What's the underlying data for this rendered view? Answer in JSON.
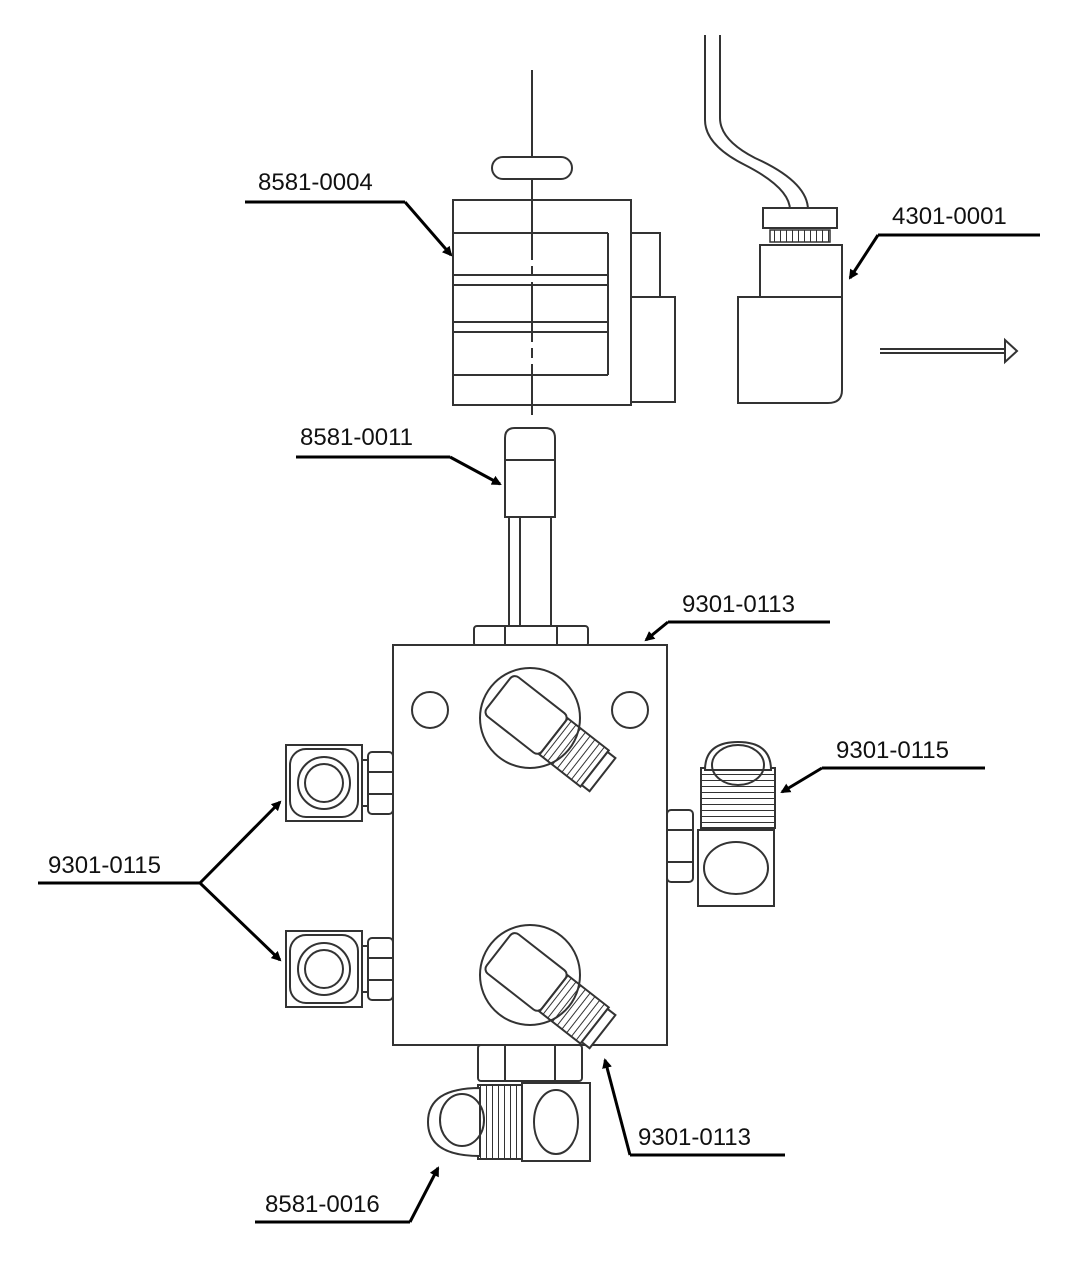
{
  "labels": {
    "coil": "8581-0004",
    "connector": "4301-0001",
    "stem": "8581-0011",
    "block_top": "9301-0113",
    "right_fitting": "9301-0115",
    "left_fittings": "9301-0115",
    "bottom_elbow": "9301-0113",
    "bottom_plug": "8581-0016"
  }
}
